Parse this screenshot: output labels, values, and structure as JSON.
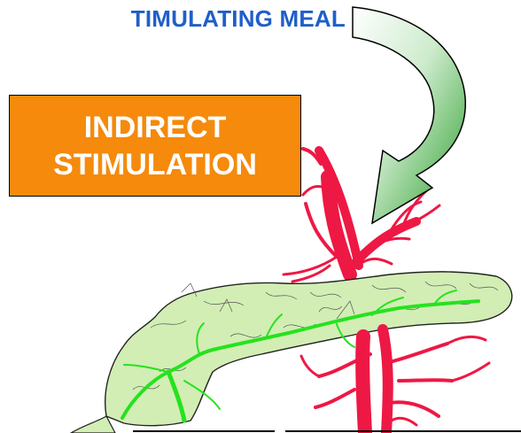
{
  "header": {
    "title": "TIMULATING MEAL"
  },
  "callout": {
    "line1": "INDIRECT",
    "line2": "STIMULATION"
  },
  "colors": {
    "title": "#1f5fc9",
    "box": "#f58a0c",
    "artery": "#ee1844",
    "pancreas": "#d2eeb4",
    "duct": "#26e21f",
    "arrow_light": "#e9f6e9",
    "arrow_dark": "#2a9d2a"
  },
  "icons": {
    "arrow": "curved-arrow-icon",
    "pancreas": "pancreas-icon",
    "artery": "artery-icon"
  }
}
